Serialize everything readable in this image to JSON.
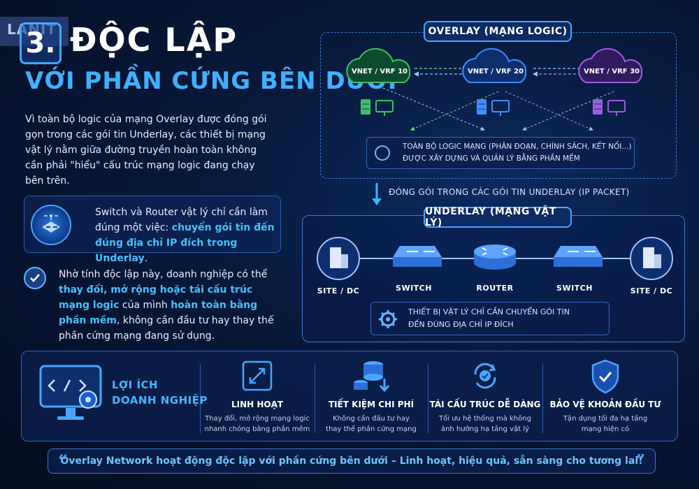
{
  "logo": {
    "text": "LANIT"
  },
  "title": {
    "number": "3.",
    "line1": "ĐỘC LẬP",
    "line2": "VỚI PHẦN CỨNG BÊN DƯỚI"
  },
  "intro": "Vì toàn bộ logic của mạng Overlay được đóng gói gọn trong các gói tin Underlay, các thiết bị mạng vật lý nằm giữa đường truyền hoàn toàn không cần phải \"hiểu\" cấu trúc mạng logic đang chạy bên trên.",
  "card1": {
    "text_before": "Switch và Router vật lý chỉ cần làm đúng một việc: ",
    "highlight": "chuyển gói tin đến đúng địa chỉ IP đích trong Underlay",
    "text_after": "."
  },
  "para2": {
    "p1": "Nhờ tính độc lập này, doanh nghiệp có thể ",
    "h1": "thay đổi, mở rộng hoặc tái cấu trúc mạng logic",
    "p2": " của mình ",
    "h2": "hoàn toàn bằng phần mềm",
    "p3": ", không cần đầu tư hay thay thế phần cứng mạng đang sử dụng."
  },
  "overlay": {
    "label": "OVERLAY (MẠNG LOGIC)",
    "clouds": [
      "VNET / VRF 10",
      "VNET / VRF 20",
      "VNET / VRF 30"
    ],
    "note_line1": "TOÀN BỘ LOGIC MẠNG (PHÂN ĐOẠN, CHÍNH SÁCH, KẾT NỐI...)",
    "note_line2": "ĐƯỢC XÂY DỰNG VÀ QUẢN LÝ BẰNG PHẦN MỀM"
  },
  "encap": "ĐÓNG GÓI TRONG CÁC GÓI TIN UNDERLAY (IP PACKET)",
  "underlay": {
    "label": "UNDERLAY (MẠNG VẬT LÝ)",
    "nodes": [
      "SITE / DC",
      "SWITCH",
      "ROUTER",
      "SWITCH",
      "SITE / DC"
    ],
    "note_line1": "THIẾT BỊ VẬT LÝ CHỈ CẦN CHUYỂN GÓI TIN",
    "note_line2": "ĐẾN ĐÚNG ĐỊA CHỈ IP ĐÍCH"
  },
  "benefits": {
    "title_line1": "LỢI ÍCH",
    "title_line2": "DOANH NGHIỆP",
    "items": [
      {
        "title": "LINH HOẠT",
        "desc1": "Thay đổi, mở rộng mạng logic",
        "desc2": "nhanh chóng bằng phần mềm"
      },
      {
        "title": "TIẾT KIỆM CHI PHÍ",
        "desc1": "Không cần đầu tư hay",
        "desc2": "thay thế phần cứng mạng"
      },
      {
        "title": "TÁI CẤU TRÚC DỄ DÀNG",
        "desc1": "Tối ưu hệ thống mà không",
        "desc2": "ảnh hưởng hạ tầng vật lý"
      },
      {
        "title": "BẢO VỆ KHOẢN ĐẦU TƯ",
        "desc1": "Tận dụng tối đa hạ tầng",
        "desc2": "mạng hiện có"
      }
    ]
  },
  "quote": "Overlay Network hoạt động độc lập với phần cứng bên dưới – Linh hoạt, hiệu quả, sẵn sàng cho tương lai!",
  "colors": {
    "accent": "#3fb6ff",
    "cloud_green": "#3fbf6a",
    "cloud_blue": "#3f8fff",
    "cloud_purple": "#9a5fe0"
  }
}
